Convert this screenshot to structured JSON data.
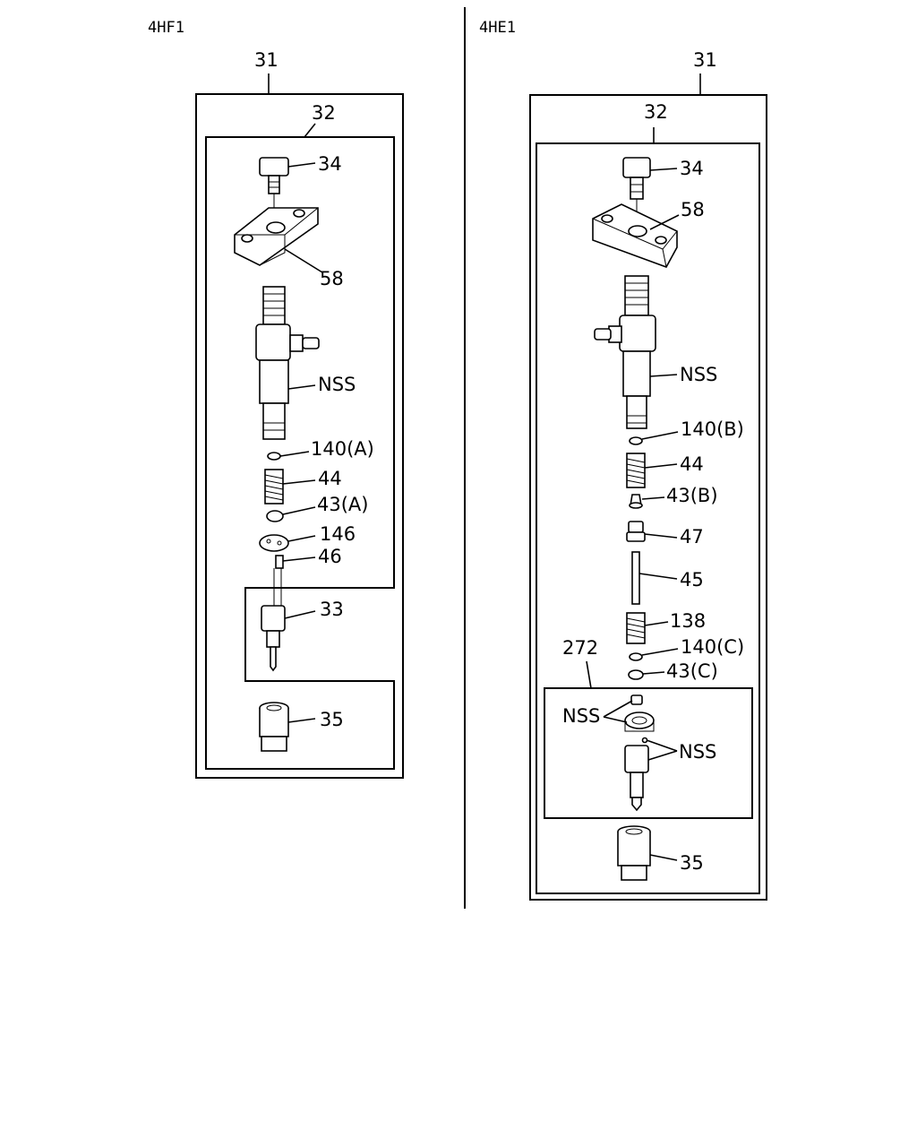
{
  "panels": {
    "left": {
      "model": "4HF1",
      "labels": {
        "assembly": "31",
        "holder": "32",
        "bolt": "34",
        "clamp": "58",
        "injector_body": "NSS",
        "shim": "140(A)",
        "spring": "44",
        "spring_seat": "43(A)",
        "spacer": "146",
        "pin": "46",
        "nozzle": "33",
        "retaining_nut": "35"
      }
    },
    "right": {
      "model": "4HE1",
      "labels": {
        "assembly": "31",
        "holder": "32",
        "bolt": "34",
        "clamp": "58",
        "injector_body": "NSS",
        "shim_b": "140(B)",
        "spring": "44",
        "spring_seat_b": "43(B)",
        "push_rod_guide": "47",
        "push_rod": "45",
        "spring_2": "138",
        "shim_c": "140(C)",
        "spring_seat_c": "43(C)",
        "nozzle_kit": "272",
        "kit_nss_1": "NSS",
        "kit_nss_2": "NSS",
        "retaining_nut": "35"
      }
    }
  }
}
